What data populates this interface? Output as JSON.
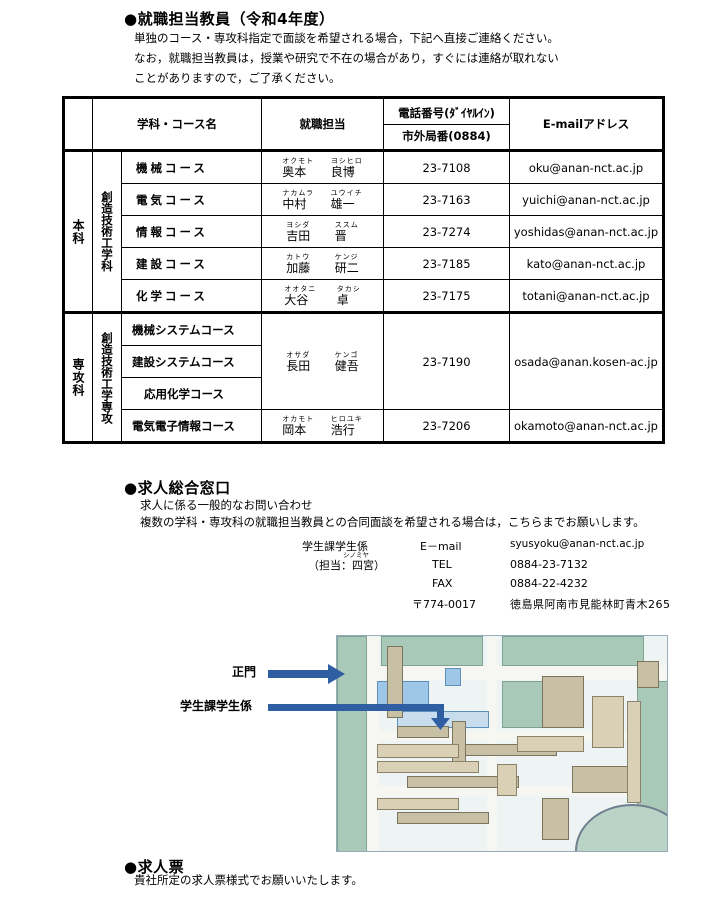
{
  "section1": {
    "heading": "●就職担当教員（令和4年度）",
    "note_lines": [
      "単独のコース・専攻科指定で面談を希望される場合，下記へ直接ご連絡ください。",
      "なお，就職担当教員は，授業や研究で不在の場合があり，すぐには連絡が取れない",
      "ことがありますので，ご了承ください。"
    ]
  },
  "table": {
    "headers": {
      "course": "学科・コース名",
      "staff": "就職担当",
      "phone_line1": "電話番号(ﾀﾞｲﾔﾙｲﾝ)",
      "phone_line2": "市外局番(0884)",
      "email": "E-mailアドレス"
    },
    "honka": {
      "group": "本科",
      "dept": "創造技術工学科",
      "rows": [
        {
          "course": "機械コース",
          "sei_furi": "オクモト",
          "sei": "奥本",
          "mei_furi": "ヨシヒロ",
          "mei": "良博",
          "tel": "23-7108",
          "email": "oku@anan-nct.ac.jp"
        },
        {
          "course": "電気コース",
          "sei_furi": "ナカムラ",
          "sei": "中村",
          "mei_furi": "ユウイチ",
          "mei": "雄一",
          "tel": "23-7163",
          "email": "yuichi@anan-nct.ac.jp"
        },
        {
          "course": "情報コース",
          "sei_furi": "ヨシダ",
          "sei": "吉田",
          "mei_furi": "ススム",
          "mei": "晋",
          "tel": "23-7274",
          "email": "yoshidas@anan-nct.ac.jp"
        },
        {
          "course": "建設コース",
          "sei_furi": "カトウ",
          "sei": "加藤",
          "mei_furi": "ケンジ",
          "mei": "研二",
          "tel": "23-7185",
          "email": "kato@anan-nct.ac.jp"
        },
        {
          "course": "化学コース",
          "sei_furi": "オオタニ",
          "sei": "大谷",
          "mei_furi": "タカシ",
          "mei": "卓",
          "tel": "23-7175",
          "email": "totani@anan-nct.ac.jp"
        }
      ]
    },
    "senko": {
      "group": "専攻科",
      "dept": "創造技術工学専攻",
      "courses": [
        "機械システムコース",
        "建設システムコース",
        "応用化学コース"
      ],
      "shared": {
        "sei_furi": "オサダ",
        "sei": "長田",
        "mei_furi": "ケンゴ",
        "mei": "健吾",
        "tel": "23-7190",
        "email": "osada@anan.kosen-ac.jp"
      },
      "last": {
        "course": "電気電子情報コース",
        "sei_furi": "オカモト",
        "sei": "岡本",
        "mei_furi": "ヒロユキ",
        "mei": "浩行",
        "tel": "23-7206",
        "email": "okamoto@anan-nct.ac.jp"
      }
    }
  },
  "section2": {
    "heading": "●求人総合窓口",
    "lines": [
      "求人に係る一般的なお問い合わせ",
      "複数の学科・専攻科の就職担当教員との合同面談を希望される場合は，こちらまでお願いします。"
    ],
    "office": "学生課学生係",
    "tanto": "（担当：四宮）",
    "tanto_furi": "シノミヤ",
    "email_label": "E－mail",
    "email": "syusyoku@anan-nct.ac.jp",
    "tel_label": "TEL",
    "tel": "0884-23-7132",
    "fax_label": "FAX",
    "fax": "0884-22-4232",
    "postal": "〒774-0017",
    "address": "徳島県阿南市見能林町青木265"
  },
  "map": {
    "label_gate": "正門",
    "label_office": "学生課学生係",
    "arrow_color": "#2f5ea3"
  },
  "section3": {
    "heading": "●求人票",
    "text": "貴社所定の求人票様式でお願いいたします。"
  }
}
